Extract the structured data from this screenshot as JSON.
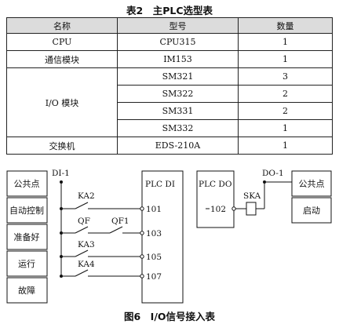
{
  "table_caption": "表2　主PLC选型表",
  "table": {
    "headers": [
      "名称",
      "型号",
      "数量"
    ],
    "rows": [
      {
        "name": "CPU",
        "model": "CPU315",
        "qty": "1"
      },
      {
        "name": "通信模块",
        "model": "IM153",
        "qty": "1"
      },
      {
        "name": "I/O 模块",
        "model": "SM321",
        "qty": "3"
      },
      {
        "name": "",
        "model": "SM322",
        "qty": "2"
      },
      {
        "name": "",
        "model": "SM331",
        "qty": "2"
      },
      {
        "name": "",
        "model": "SM332",
        "qty": "1"
      },
      {
        "name": "交换机",
        "model": "EDS-210A",
        "qty": "1"
      }
    ]
  },
  "diagram": {
    "left_boxes": [
      "公共点",
      "自动控制",
      "准备好",
      "运行",
      "故障"
    ],
    "di_terminal": "DI-1",
    "plc_di_label": "PLC DI",
    "contacts": [
      "KA2",
      "QF",
      "QF1",
      "KA3",
      "KA4"
    ],
    "di_ports": [
      "101",
      "103",
      "105",
      "107"
    ],
    "plc_do_label": "PLC DO",
    "do_port": "102",
    "do_terminal": "DO-1",
    "relay_coil": "SKA",
    "right_boxes": [
      "公共点",
      "启动"
    ]
  },
  "figure_caption": "图6　I/O信号接入表"
}
